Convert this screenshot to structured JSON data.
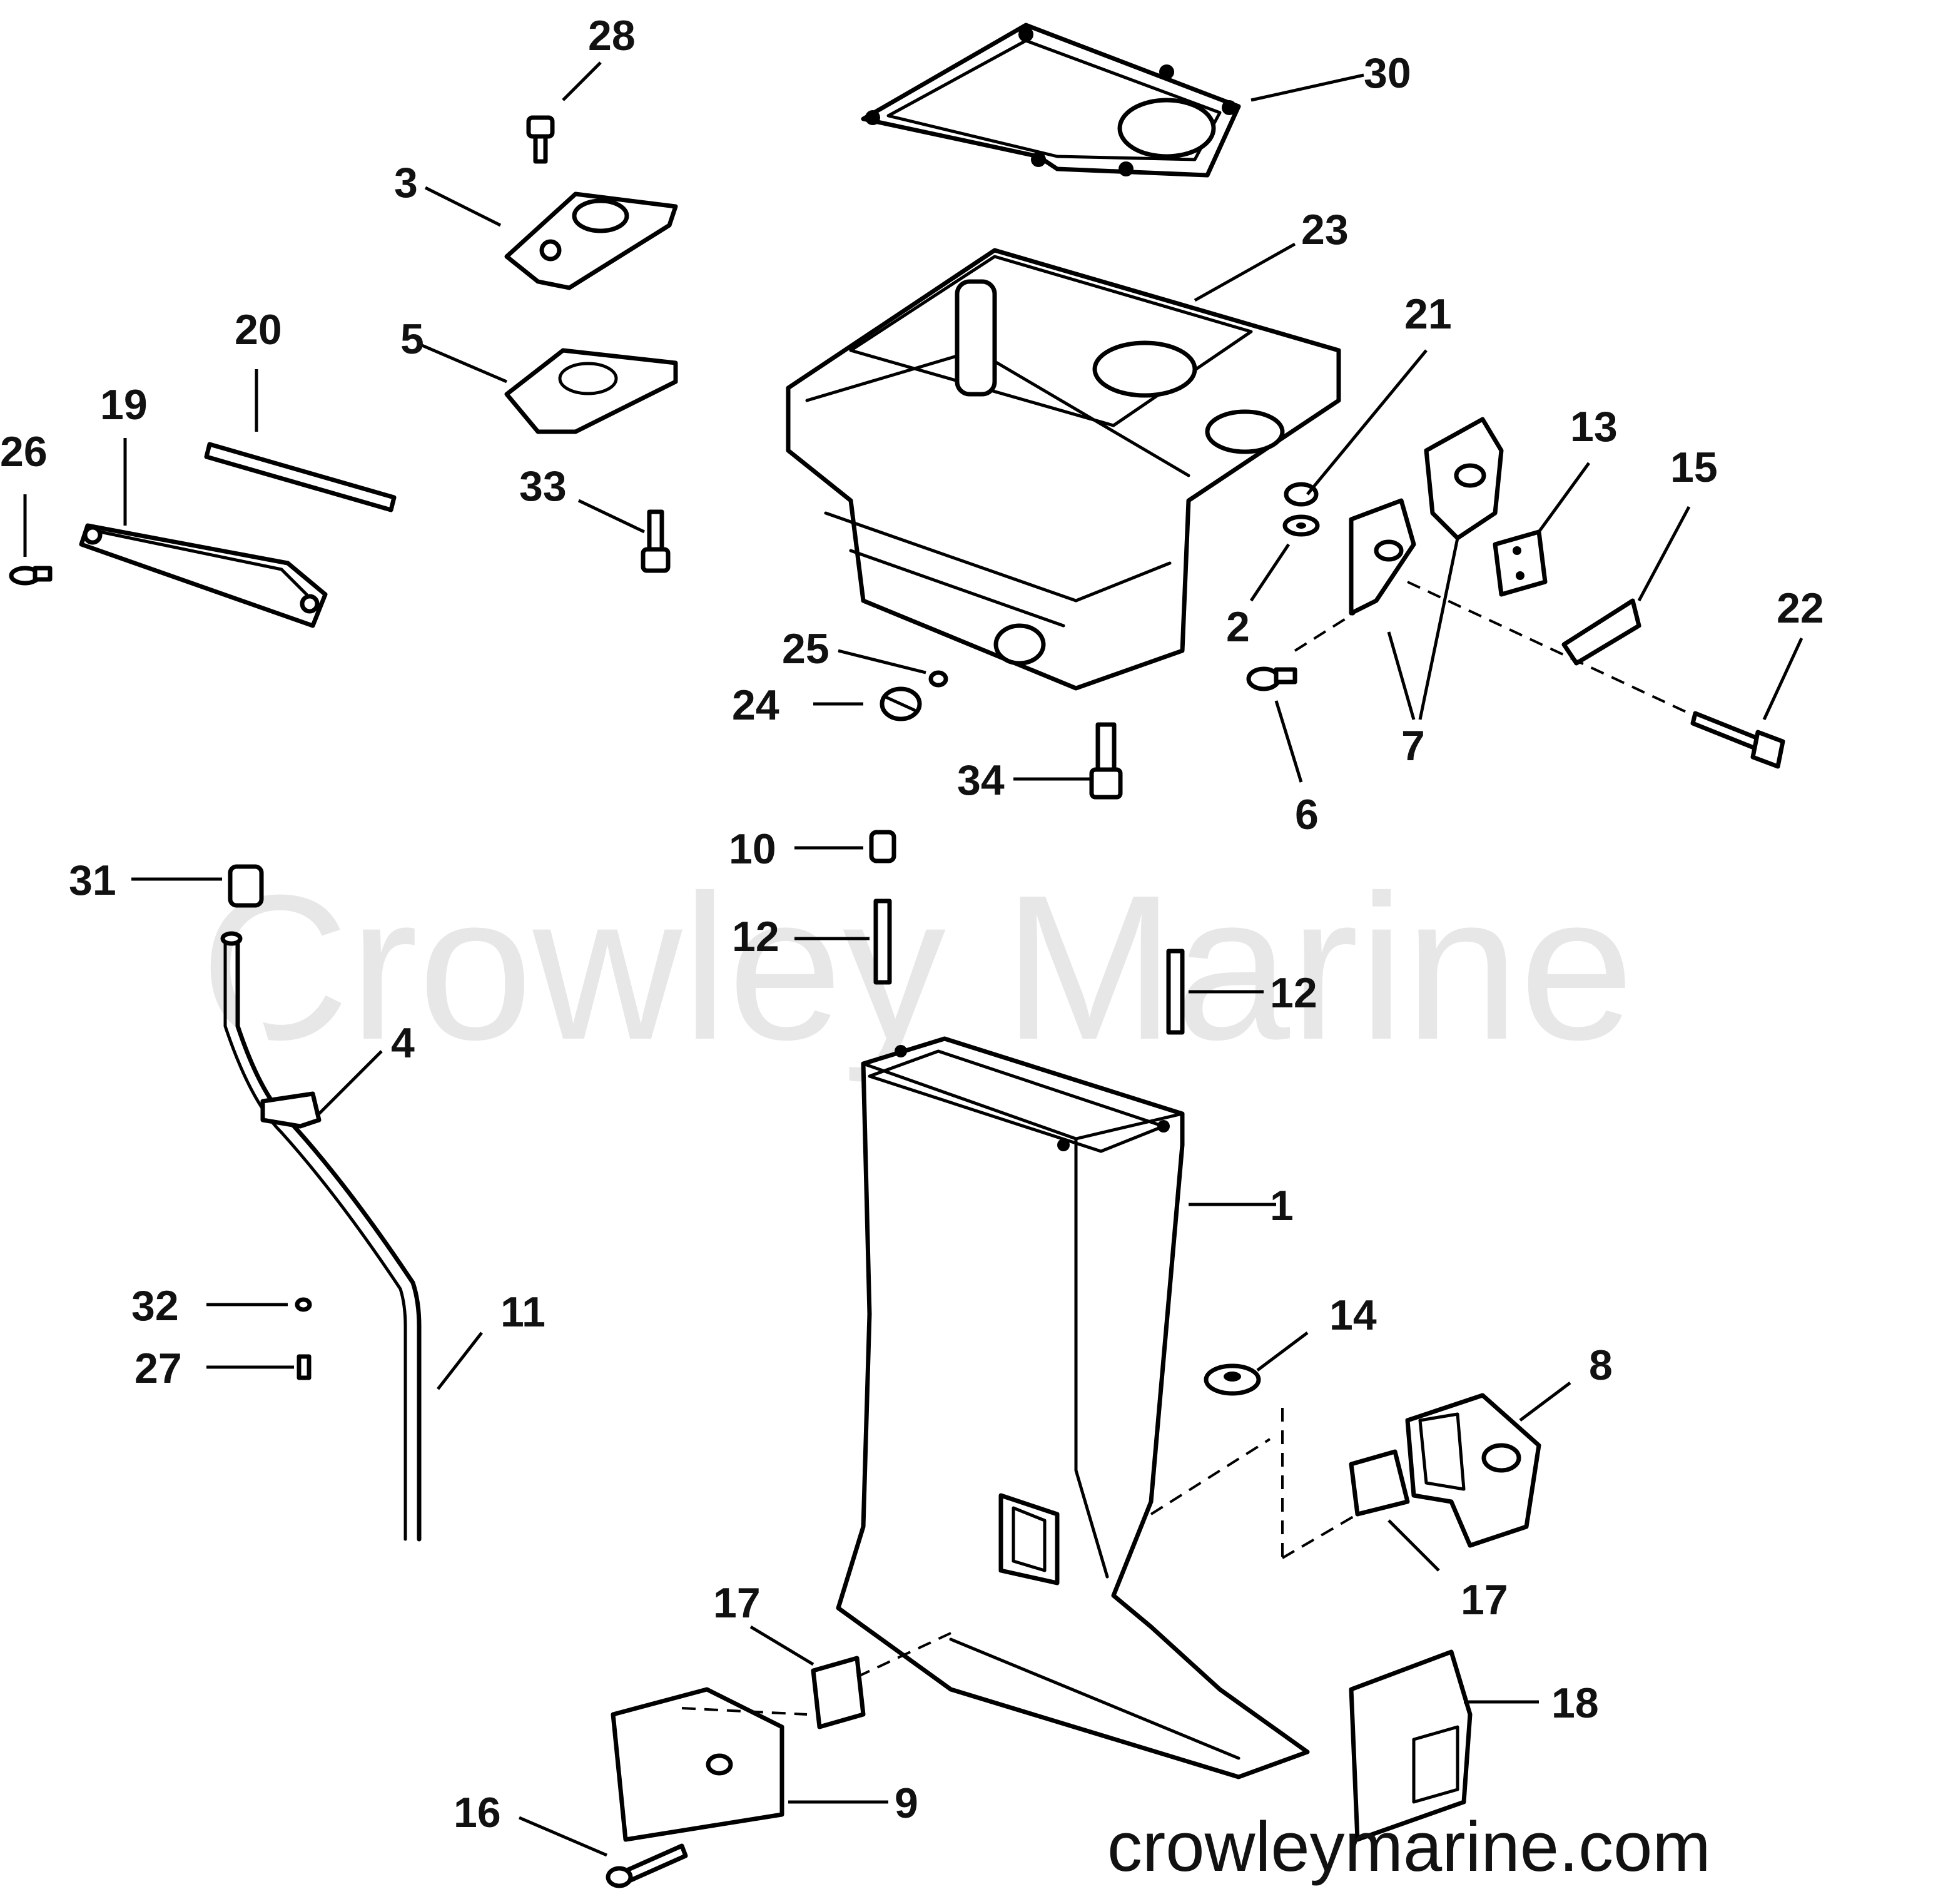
{
  "watermark": "Crowley Marine",
  "footer": "crowleymarine.com",
  "callouts": {
    "c1": "1",
    "c2": "2",
    "c3": "3",
    "c4": "4",
    "c5": "5",
    "c6": "6",
    "c7": "7",
    "c8": "8",
    "c9": "9",
    "c10": "10",
    "c11": "11",
    "c12a": "12",
    "c12b": "12",
    "c13": "13",
    "c14": "14",
    "c15": "15",
    "c16": "16",
    "c17a": "17",
    "c17b": "17",
    "c18": "18",
    "c19": "19",
    "c20": "20",
    "c21": "21",
    "c22": "22",
    "c23": "23",
    "c24": "24",
    "c25": "25",
    "c26": "26",
    "c27": "27",
    "c28": "28",
    "c30": "30",
    "c31": "31",
    "c32": "32",
    "c33": "33",
    "c34": "34"
  }
}
